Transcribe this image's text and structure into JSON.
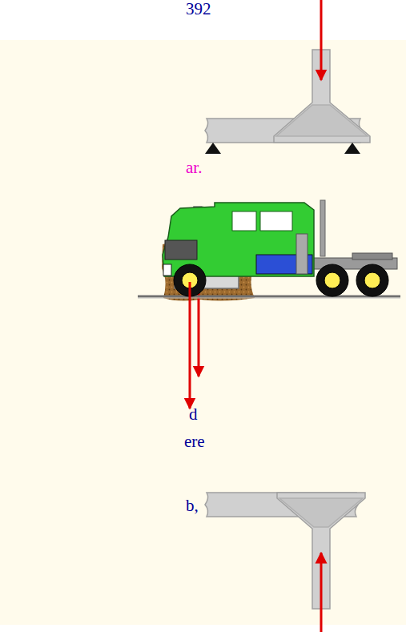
{
  "diagram": {
    "labels": [
      "392",
      "ar.",
      "d",
      "ere",
      "b,"
    ]
  }
}
